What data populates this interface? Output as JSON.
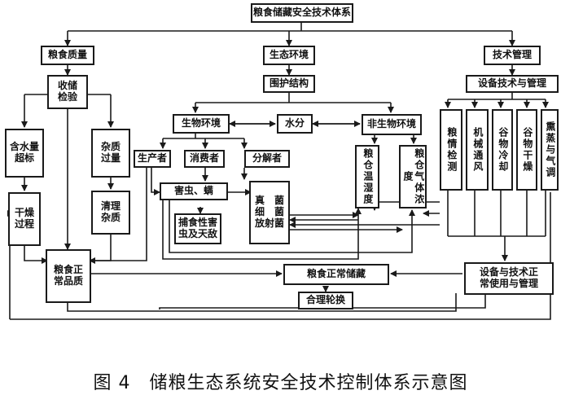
{
  "diagram": {
    "title": "粮食储藏安全技术体系",
    "grain_quality": "粮食质量",
    "eco_env": "生态环境",
    "tech_mgmt": "技术管理",
    "storage_inspection": "收储\n检验",
    "enclosure": "围护结构",
    "equipment_mgmt": "设备技术与管理",
    "bio_env": "生物环境",
    "moisture": "水分",
    "nonbio_env": "非生物环境",
    "water_exceed": "含水量\n超标",
    "impurity_exceed": "杂质\n过量",
    "producer": "生产者",
    "consumer": "消费者",
    "decomposer": "分解者",
    "grain_temp": "粮仓温湿度",
    "gas_conc": "粮仓气体浓度",
    "grain_monitor": "粮情检测",
    "mech_vent": "机械通风",
    "grain_cool": "谷物冷却",
    "grain_dry": "谷物干燥",
    "fumigate": "熏蒸与气调",
    "pests": "害虫、螨",
    "predators": "捕食性害\n虫及天敌",
    "microbes": "真　菌\n细　菌\n放射菌",
    "drying": "干燥\n过程",
    "cleaning": "清理\n杂质",
    "normal_quality": "粮食正\n常品质",
    "normal_storage": "粮食正常储藏",
    "equip_normal": "设备与技术正\n常使用与管理",
    "rotation": "合理轮换"
  },
  "caption": "图 4　储粮生态系统安全技术控制体系示意图"
}
